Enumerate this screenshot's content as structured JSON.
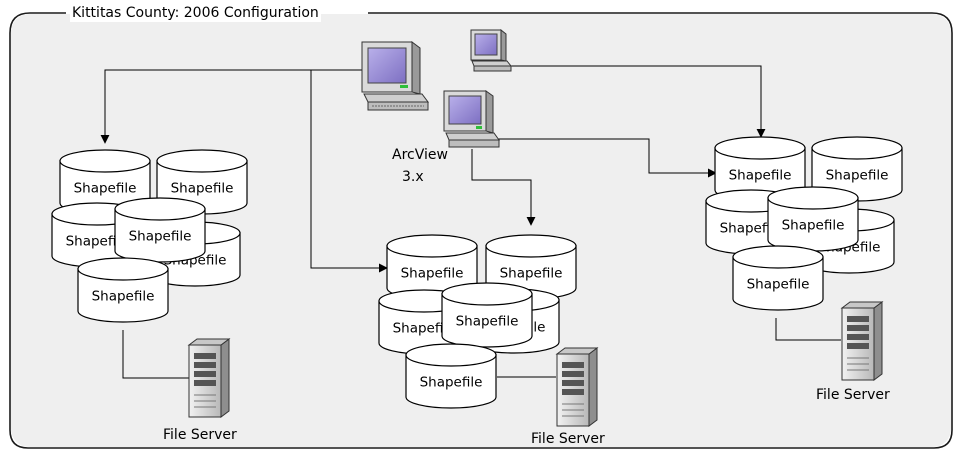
{
  "title": "Kittitas County: 2006 Configuration",
  "client_label_line1": "ArcView",
  "client_label_line2": "3.x",
  "shapefile_label": "Shapefile",
  "server_label": "File Server",
  "icons": {
    "workstation": "desktop-computer-icon",
    "server": "tower-server-icon",
    "datastore": "cylinder-database-icon"
  },
  "colors": {
    "background": "#efefef",
    "frame": "#1a1a1a",
    "cylinder_fill": "#ffffff",
    "screen": "#9d8fd6",
    "case": "#d9d9d9"
  }
}
